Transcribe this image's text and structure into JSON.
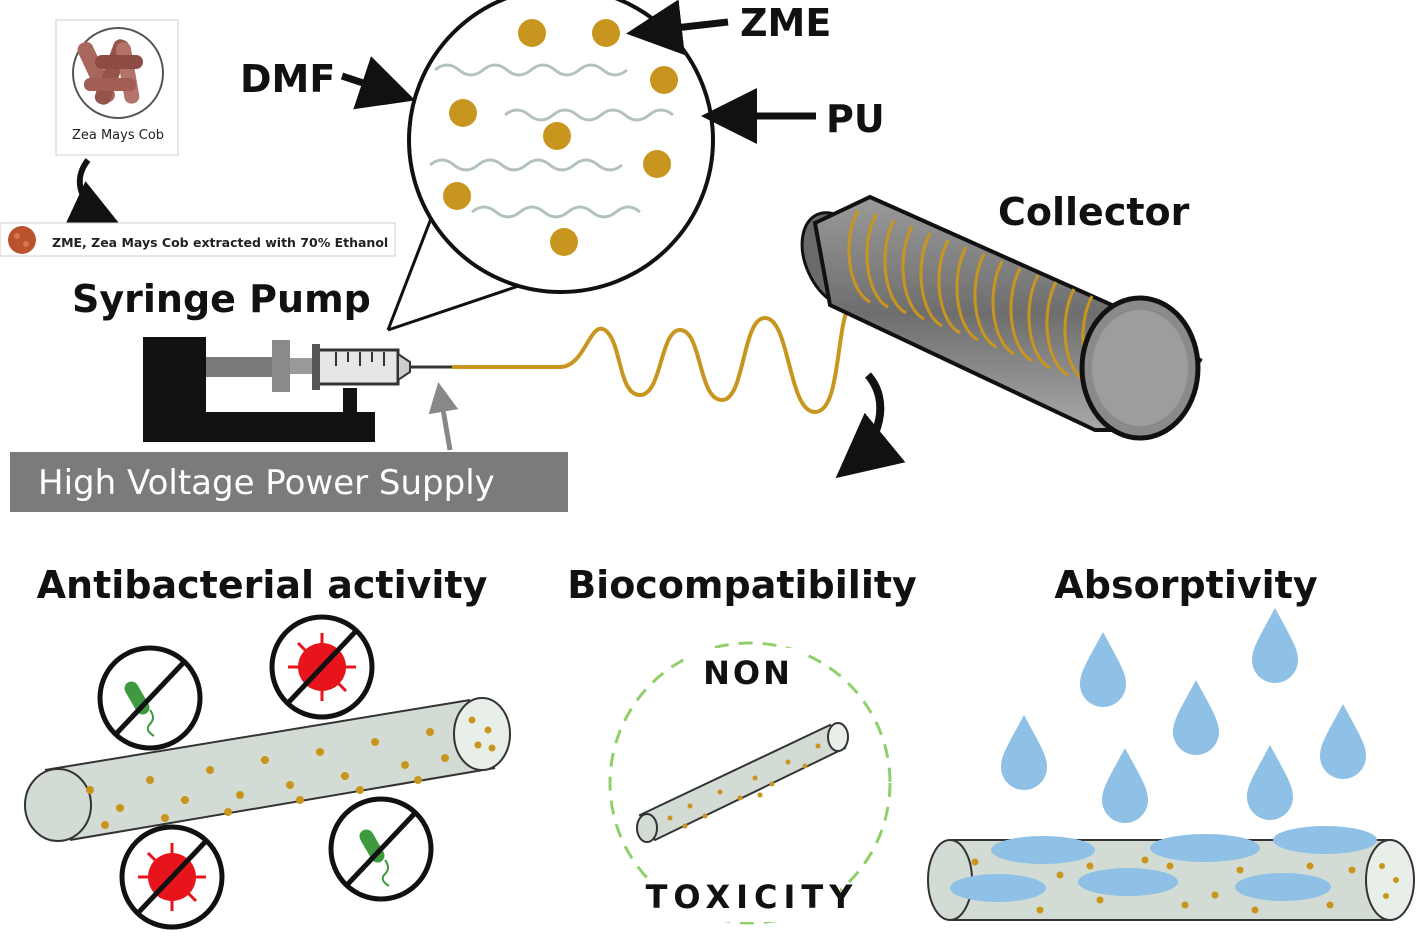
{
  "labels": {
    "zea_mays": "Zea Mays Cob",
    "zme_note": "ZME, Zea Mays Cob extracted with 70% Ethanol",
    "dmf": "DMF",
    "zme": "ZME",
    "pu": "PU",
    "collector": "Collector",
    "syringe_pump": "Syringe Pump",
    "hvps": "High Voltage Power Supply",
    "antibacterial": "Antibacterial activity",
    "biocompat": "Biocompatibility",
    "absorptivity": "Absorptivity",
    "non": "NON",
    "toxicity": "TOXICITY"
  },
  "colors": {
    "gold": "#c8961e",
    "fiber": "#d3dcd4",
    "water": "#8fc0e6",
    "red": "#e8141c",
    "green": "#8fd06b",
    "gray_box": "#7b7b7b",
    "cylinder": "#8a8a8a"
  }
}
